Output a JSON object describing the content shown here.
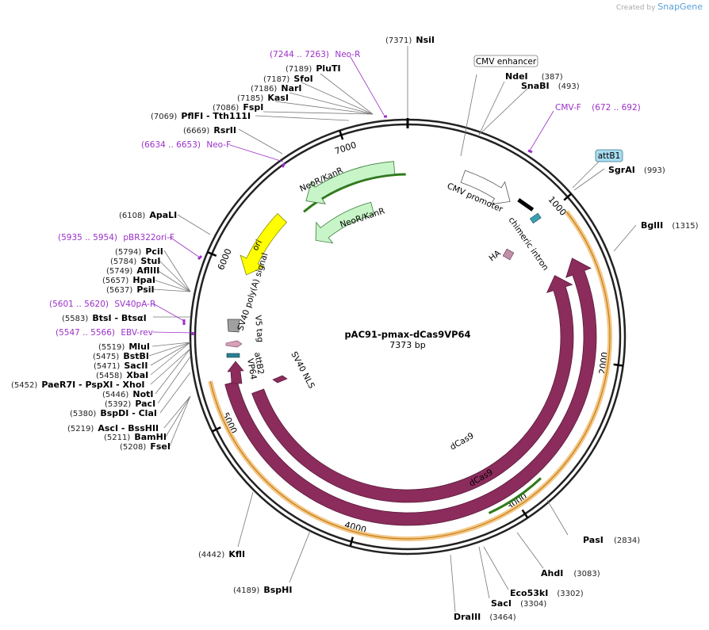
{
  "branding": {
    "created_by": "Created by",
    "product": "SnapGene"
  },
  "plasmid": {
    "name": "pAC91-pmax-dCas9VP64",
    "length": "7373 bp",
    "total_bp": 7373
  },
  "ticks": [
    "1000",
    "2000",
    "3000",
    "4000",
    "5000",
    "6000",
    "7000"
  ],
  "enzymes": [
    {
      "name": "NsiI",
      "pos": "(7371)"
    },
    {
      "name": "PluTI",
      "pos": "(7189)"
    },
    {
      "name": "SfoI",
      "pos": "(7187)"
    },
    {
      "name": "NarI",
      "pos": "(7186)"
    },
    {
      "name": "KasI",
      "pos": "(7185)"
    },
    {
      "name": "FspI",
      "pos": "(7086)"
    },
    {
      "name": "PflFI - Tth111I",
      "pos": "(7069)"
    },
    {
      "name": "RsrII",
      "pos": "(6669)"
    },
    {
      "name": "ApaLI",
      "pos": "(6108)"
    },
    {
      "name": "PciI",
      "pos": "(5794)"
    },
    {
      "name": "StuI",
      "pos": "(5784)"
    },
    {
      "name": "AflIII",
      "pos": "(5749)"
    },
    {
      "name": "HpaI",
      "pos": "(5657)"
    },
    {
      "name": "PsiI",
      "pos": "(5637)"
    },
    {
      "name": "BtsI - BtsαI",
      "pos": "(5583)"
    },
    {
      "name": "MluI",
      "pos": "(5519)"
    },
    {
      "name": "BstBI",
      "pos": "(5475)"
    },
    {
      "name": "SacII",
      "pos": "(5471)"
    },
    {
      "name": "XbaI",
      "pos": "(5458)"
    },
    {
      "name": "PaeR7I - PspXI - XhoI",
      "pos": "(5452)"
    },
    {
      "name": "NotI",
      "pos": "(5446)"
    },
    {
      "name": "PacI",
      "pos": "(5392)"
    },
    {
      "name": "BspDI - ClaI",
      "pos": "(5380)"
    },
    {
      "name": "AscI - BssHII",
      "pos": "(5219)"
    },
    {
      "name": "BamHI",
      "pos": "(5211)"
    },
    {
      "name": "FseI",
      "pos": "(5208)"
    },
    {
      "name": "KflI",
      "pos": "(4442)"
    },
    {
      "name": "BspHI",
      "pos": "(4189)"
    },
    {
      "name": "NdeI",
      "pos": "(387)"
    },
    {
      "name": "SnaBI",
      "pos": "(493)"
    },
    {
      "name": "SgrAI",
      "pos": "(993)"
    },
    {
      "name": "BglII",
      "pos": "(1315)"
    },
    {
      "name": "PasI",
      "pos": "(2834)"
    },
    {
      "name": "AhdI",
      "pos": "(3083)"
    },
    {
      "name": "Eco53kI",
      "pos": "(3302)"
    },
    {
      "name": "SacI",
      "pos": "(3304)"
    },
    {
      "name": "DraIII",
      "pos": "(3464)"
    }
  ],
  "primers": [
    {
      "name": "Neo-R",
      "range": "(7244 .. 7263)"
    },
    {
      "name": "Neo-F",
      "range": "(6634 .. 6653)"
    },
    {
      "name": "pBR322ori-F",
      "range": "(5935 .. 5954)"
    },
    {
      "name": "SV40pA-R",
      "range": "(5601 .. 5620)"
    },
    {
      "name": "EBV-rev",
      "range": "(5547 .. 5566)"
    },
    {
      "name": "CMV-F",
      "range": "(672 .. 692)"
    }
  ],
  "boxed_labels": [
    "CMV enhancer",
    "attB1"
  ],
  "features": [
    {
      "name": "CMV promoter",
      "color": "#ffffff"
    },
    {
      "name": "chimeric intron",
      "color": "#000000"
    },
    {
      "name": "HA",
      "color": "#b07890"
    },
    {
      "name": "dCas9",
      "color": "#8b2c5c"
    },
    {
      "name": "dCas9",
      "color": "#8b2c5c"
    },
    {
      "name": "SV40 NLS",
      "color": "#8b2c5c"
    },
    {
      "name": "VP64",
      "color": "#8b2c5c"
    },
    {
      "name": "attB2",
      "color": "#2a8090"
    },
    {
      "name": "V5 tag",
      "color": "#d8a0b8"
    },
    {
      "name": "SV40 poly(A) signal",
      "color": "#999999"
    },
    {
      "name": "ori",
      "color": "#ffff00"
    },
    {
      "name": "NeoR/KanR",
      "color": "#c8f5c8"
    },
    {
      "name": "NeoR/KanR",
      "color": "#c8f5c8"
    }
  ],
  "colors": {
    "cds": "#8b2c5c",
    "primer": "#9b30c8",
    "orf": "#f0a020",
    "green_arrow": "#3a9020"
  }
}
